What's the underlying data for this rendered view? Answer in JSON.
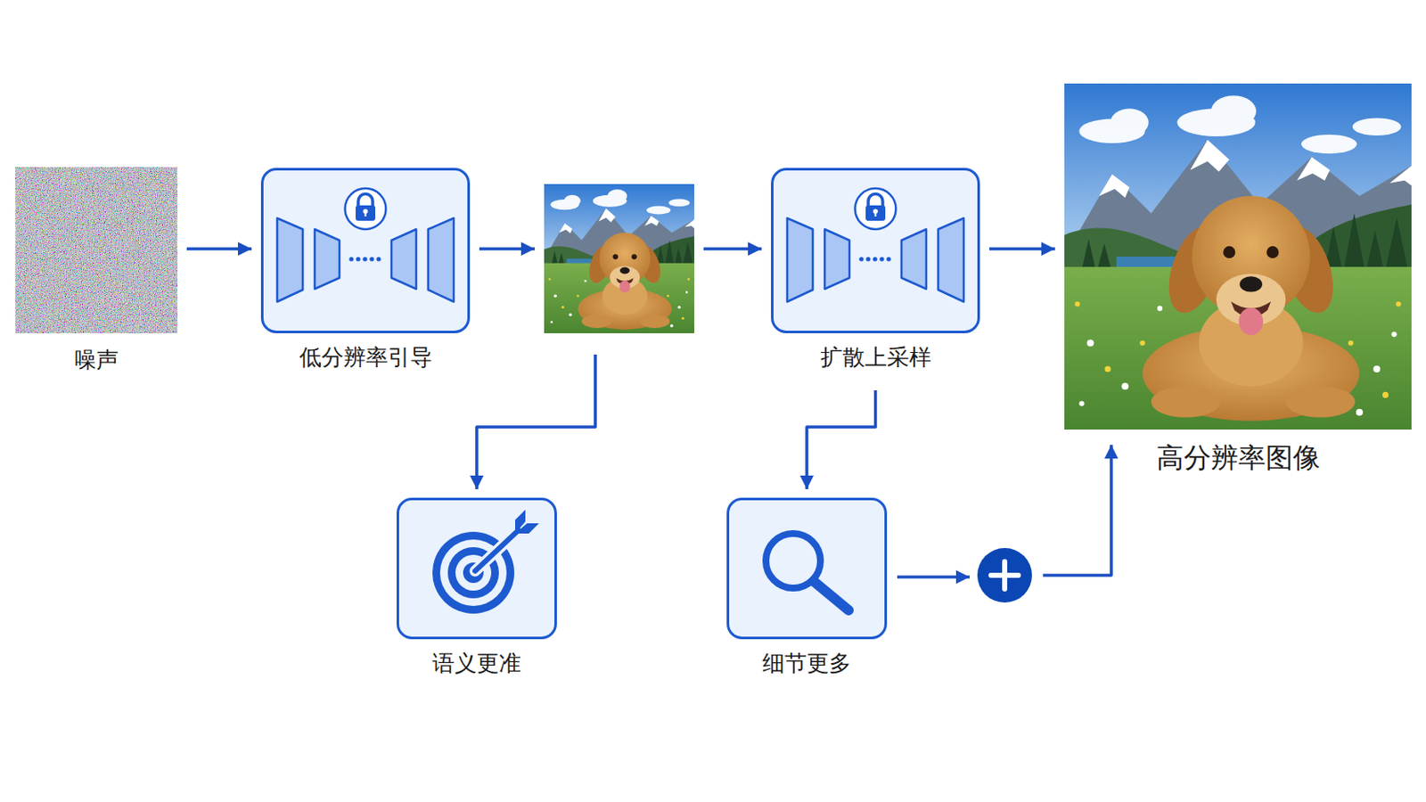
{
  "diagram": {
    "nodes": [
      {
        "text": [
          "噪声"
        ]
      },
      {
        "text": [
          "低分辨率引导"
        ]
      },
      {
        "text": []
      },
      {
        "text": [
          "扩散上采样"
        ]
      },
      {
        "text": [
          "高分辨率图像"
        ]
      },
      {
        "text": [
          "语义更准"
        ]
      },
      {
        "text": [
          "细节更多"
        ]
      },
      {
        "text": []
      }
    ],
    "edges": [
      {
        "from": 0,
        "to": 1,
        "arrow": "to"
      },
      {
        "from": 1,
        "to": 2,
        "arrow": "to"
      },
      {
        "from": 2,
        "to": 3,
        "arrow": "to"
      },
      {
        "from": 3,
        "to": 4,
        "arrow": "to"
      },
      {
        "from": 2,
        "to": 5,
        "arrow": "to"
      },
      {
        "from": 3,
        "to": 6,
        "arrow": "to"
      },
      {
        "from": 6,
        "to": 7,
        "arrow": "to"
      },
      {
        "from": 7,
        "to": 4,
        "arrow": "to"
      }
    ]
  }
}
